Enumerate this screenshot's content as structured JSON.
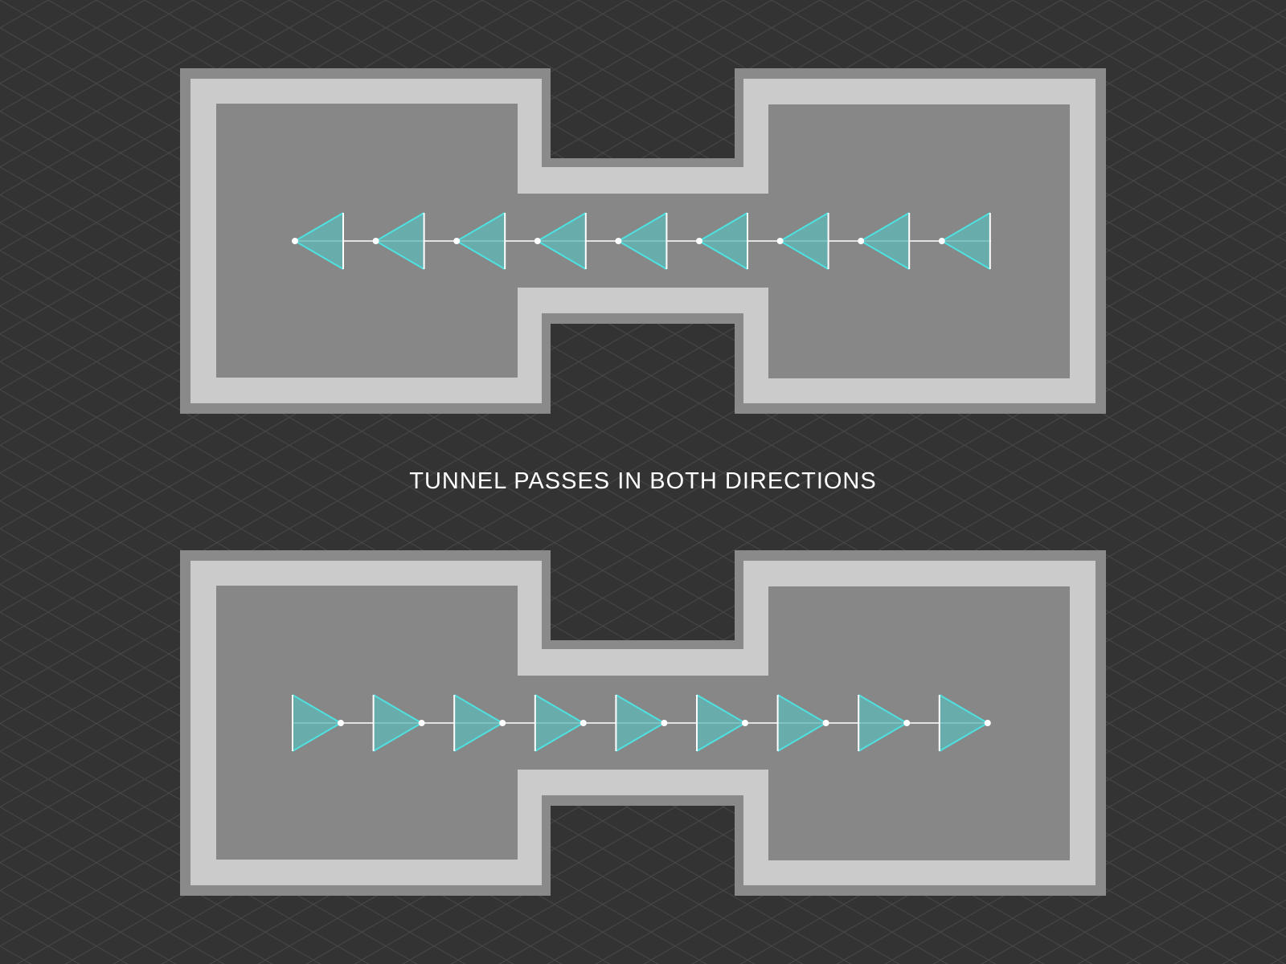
{
  "caption": "TUNNEL PASSES IN BOTH DIRECTIONS",
  "colors": {
    "background": "#333333",
    "grid_line": "#4a4a4a",
    "room_outer": "#8a8a8a",
    "room_wall": "#cbcbcb",
    "room_floor": "#878787",
    "arrow_fill": "#5fb8b8",
    "arrow_edge": "#4fe0e0",
    "path_line": "#ffffff"
  },
  "diagrams": [
    {
      "name": "top-diagram",
      "direction": "left",
      "arrow_count": 9
    },
    {
      "name": "bottom-diagram",
      "direction": "right",
      "arrow_count": 9
    }
  ]
}
